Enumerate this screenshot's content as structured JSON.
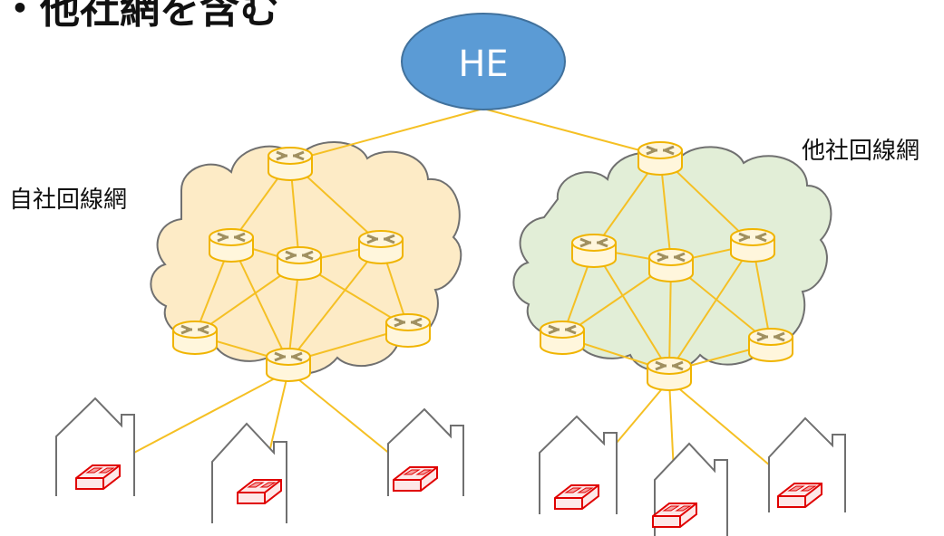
{
  "title_fragment": "・他社網を含む",
  "head_end": {
    "label": "HE",
    "fill": "#5b9bd5",
    "stroke": "#41719c",
    "text_color": "#ffffff"
  },
  "networks": {
    "own": {
      "label": "自社回線網",
      "fill": "#fdebc6"
    },
    "other": {
      "label": "他社回線網",
      "fill": "#e2eed7"
    }
  },
  "colors": {
    "link": "#f5c024",
    "router_body": "#fff6dc",
    "router_stroke": "#f0b400",
    "router_icon": "#a09060",
    "cloud_stroke": "#707070",
    "house_stroke": "#707070",
    "ont_stroke": "#e00000",
    "ont_fill": "#fde8e8"
  },
  "icons": {
    "router": "router-icon",
    "house": "house-icon",
    "home_device": "home-network-device-icon"
  }
}
